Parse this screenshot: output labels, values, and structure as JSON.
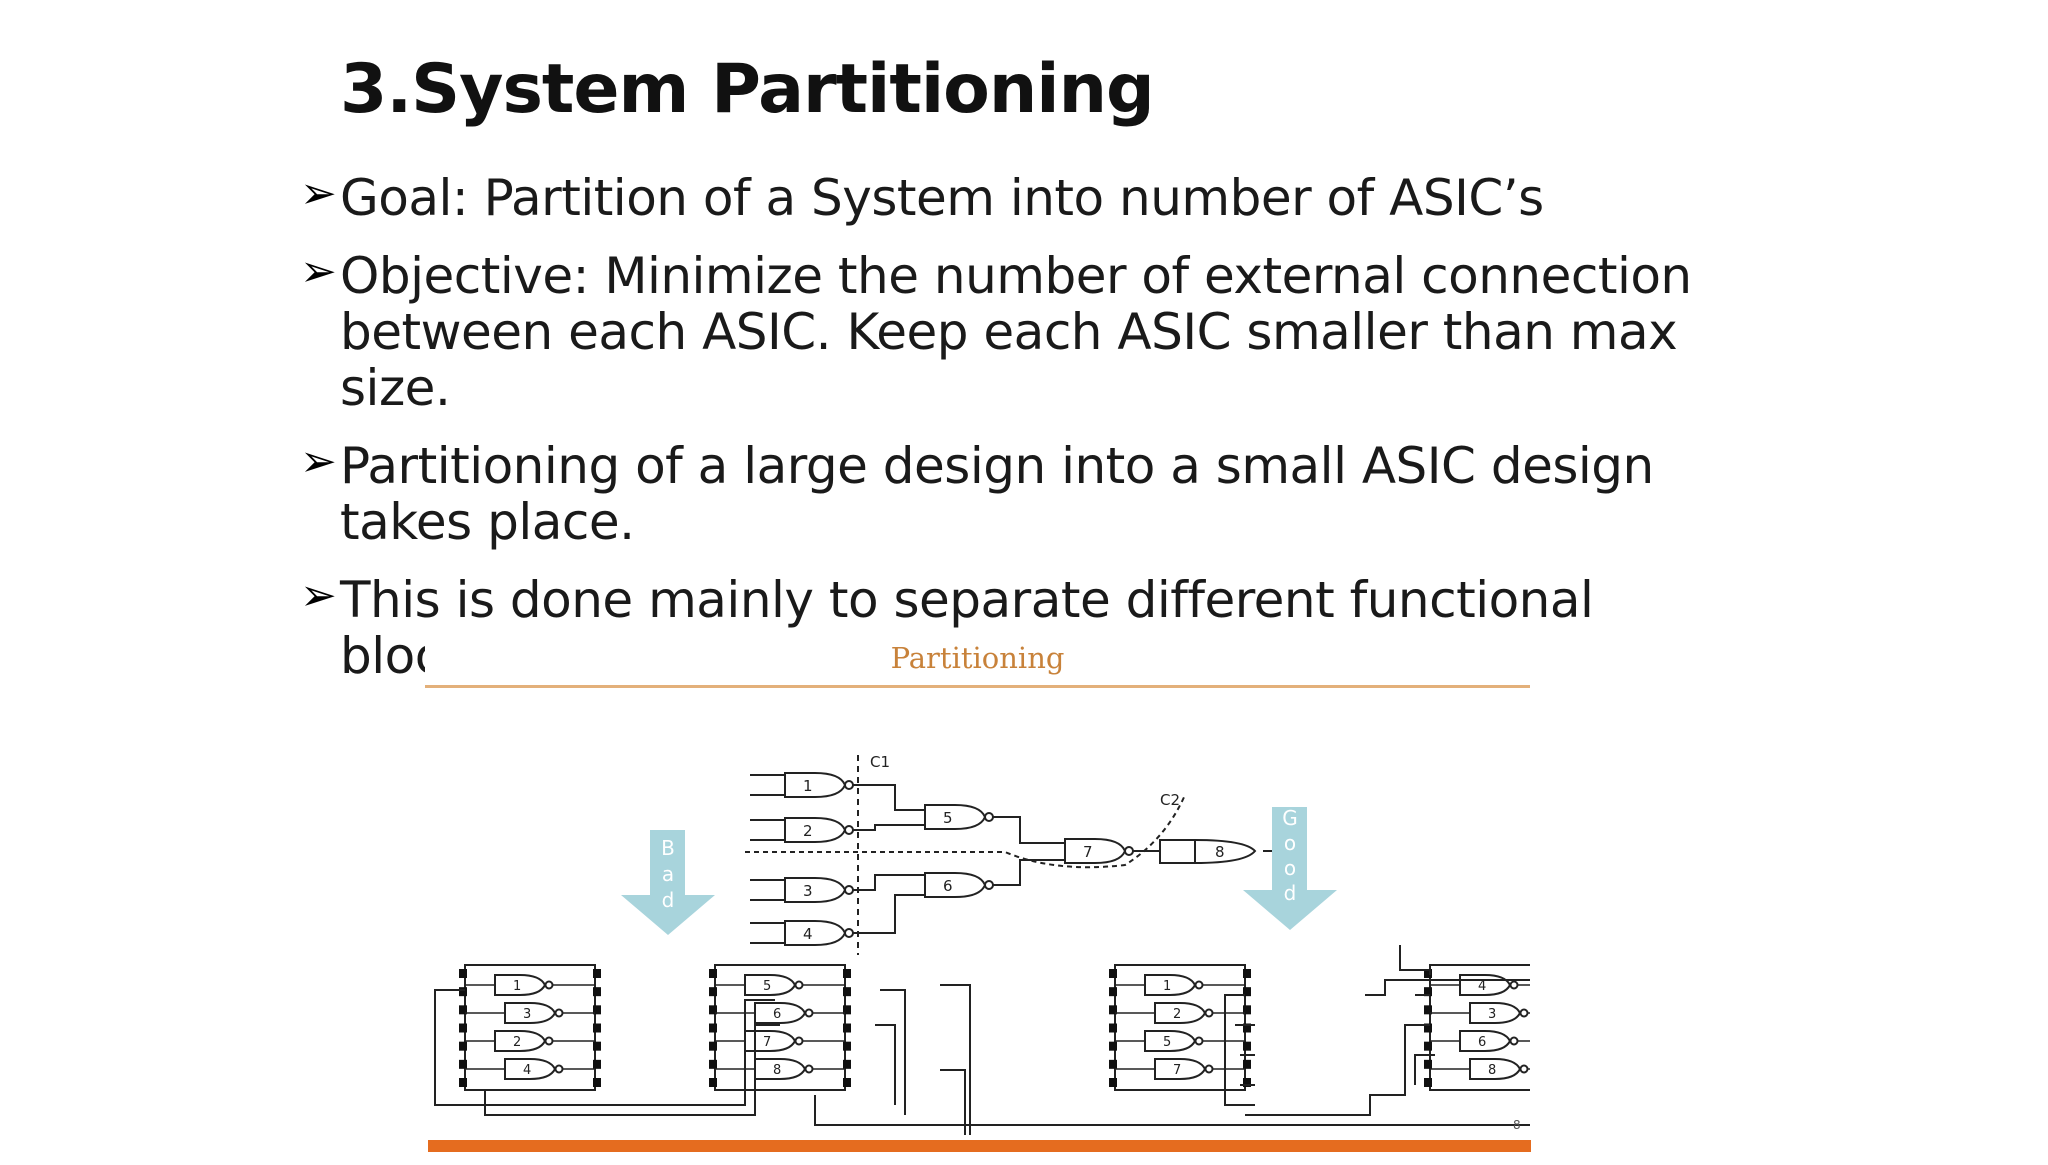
{
  "slide": {
    "title": "3.System Partitioning",
    "bullets": [
      {
        "text": "Goal: Partition of a System into number of ASIC’s"
      },
      {
        "text": "Objective: Minimize the number of external connection between each ASIC. Keep each ASIC smaller than max size."
      },
      {
        "text": "Partitioning of a large design into a small ASIC design takes place."
      },
      {
        "text": "This is done mainly to separate different functional blocks, making placement and routing easier."
      }
    ]
  },
  "figure": {
    "title": "Partitioning",
    "cut_labels": [
      "C1",
      "C2"
    ],
    "bad_label": "Bad",
    "good_label": "Good",
    "top_gates": [
      "1",
      "2",
      "3",
      "4",
      "5",
      "6",
      "7",
      "8"
    ],
    "bad_chip_a": [
      "1",
      "3",
      "2",
      "4"
    ],
    "bad_chip_b": [
      "5",
      "6",
      "7",
      "8"
    ],
    "good_chip_a": [
      "1",
      "2",
      "5",
      "7"
    ],
    "good_chip_b": [
      "4",
      "3",
      "6",
      "8"
    ],
    "page_number": "8",
    "colors": {
      "accent": "#e56c1f",
      "arrow": "#a8d4dc",
      "title": "#c8823a"
    }
  }
}
